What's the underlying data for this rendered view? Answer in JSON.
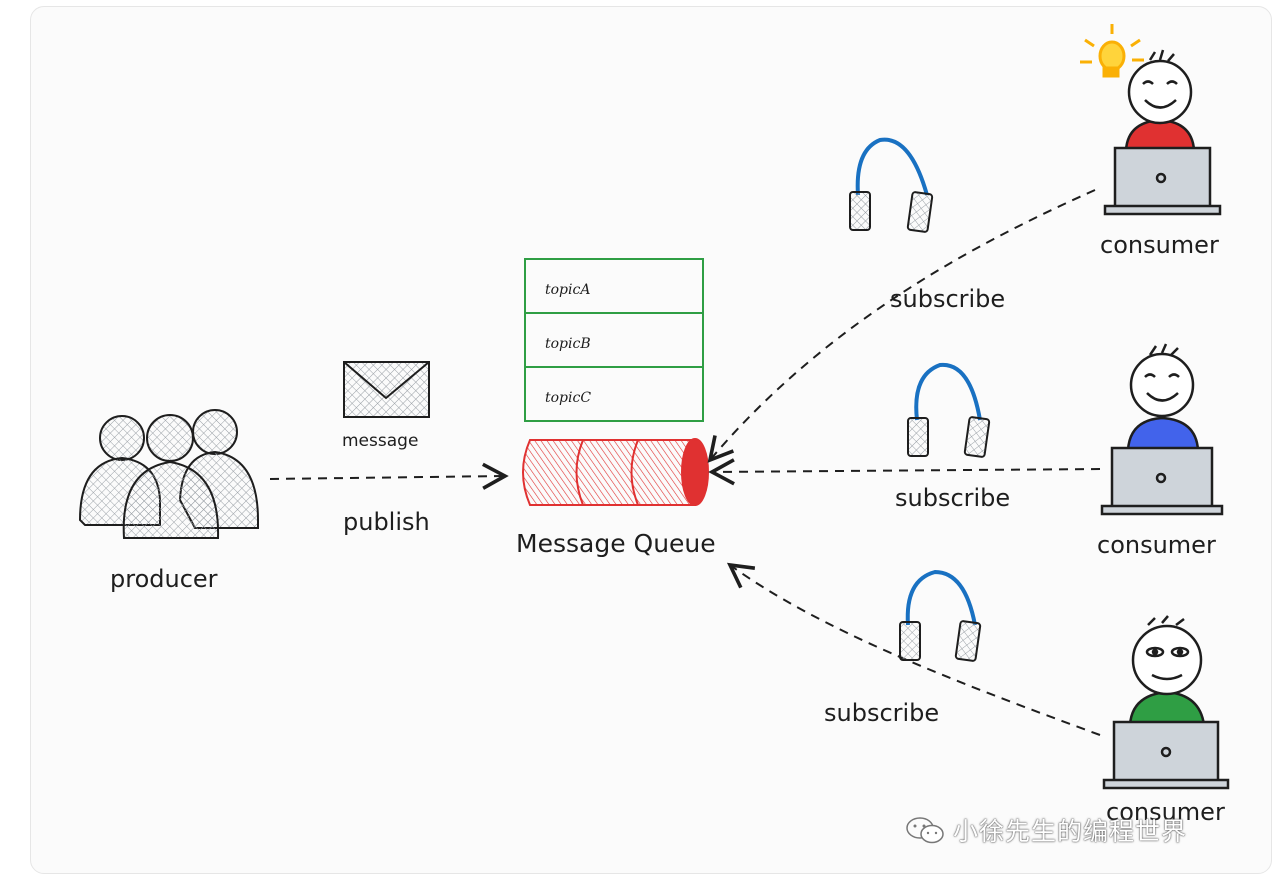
{
  "producer": {
    "label": "producer"
  },
  "message": {
    "label": "message"
  },
  "publish": {
    "label": "publish"
  },
  "queue": {
    "label": "Message Queue",
    "topics": [
      "topicA",
      "topicB",
      "topicC"
    ],
    "cylinder_color": "#e03131"
  },
  "consumers": [
    {
      "label": "consumer",
      "shirt_color": "#e03131"
    },
    {
      "label": "consumer",
      "shirt_color": "#4263eb"
    },
    {
      "label": "consumer",
      "shirt_color": "#2f9e44"
    }
  ],
  "subscriptions": [
    "subscribe",
    "subscribe",
    "subscribe"
  ],
  "topic_border_color": "#2f9e44",
  "headphone_color": "#1c7ed6",
  "watermark": "小徐先生的编程世界"
}
